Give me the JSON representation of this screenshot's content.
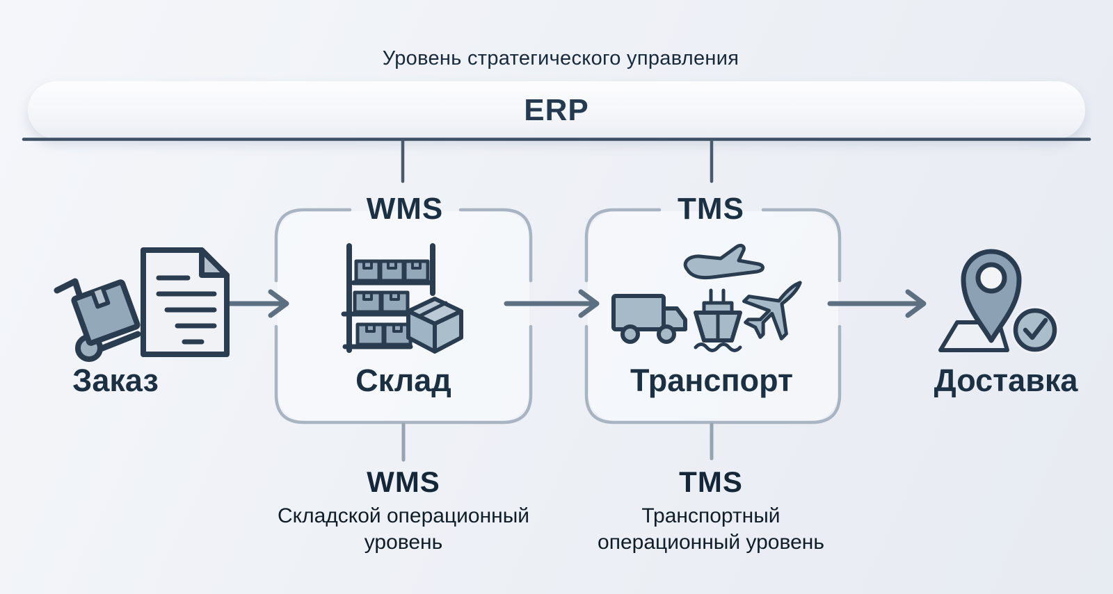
{
  "palette": {
    "background": "#eef1f6",
    "erp_panel": "#f7f9fb",
    "erp_underline": "#3d5063",
    "box_border": "#a8b4c1",
    "arrow": "#5d7082",
    "icon_outline": "#2a3c4f",
    "icon_fill": "#a5b9c7",
    "text_dark": "#1c3044"
  },
  "header": {
    "title": "Уровень стратегического управления",
    "erp": {
      "label": "ERP"
    }
  },
  "nodes": {
    "order": {
      "label": "Заказ",
      "icon": "document-handtruck-icon"
    },
    "warehouse": {
      "system": "WMS",
      "label": "Склад",
      "icon": "warehouse-shelf-boxes-icon"
    },
    "transport": {
      "system": "TMS",
      "label": "Транспорт",
      "icon": "truck-ship-plane-icons"
    },
    "delivery": {
      "label": "Доставка",
      "icon": "location-pin-check-icon"
    }
  },
  "footnotes": {
    "wms": {
      "title": "WMS",
      "description": "Складской операционный уровень"
    },
    "tms": {
      "title": "TMS",
      "description": "Транспортный операционный уровень"
    }
  }
}
